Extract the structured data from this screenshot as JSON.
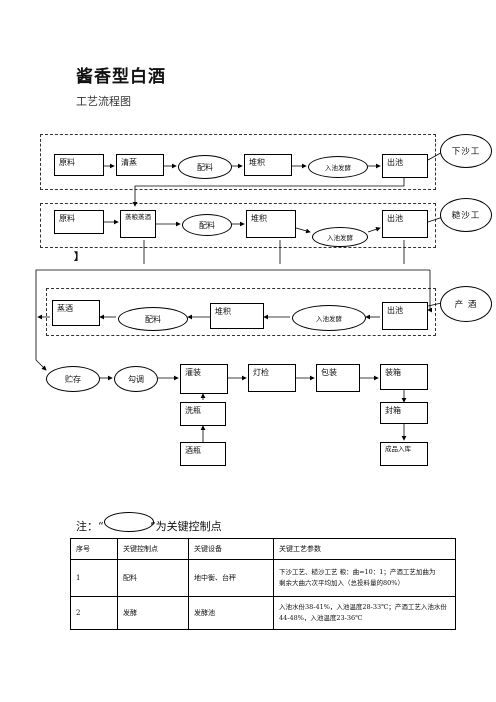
{
  "title": "酱香型白酒",
  "subtitle": "工艺流程图",
  "callouts": {
    "xiasha": "下沙工",
    "zaosha": "糙沙工",
    "chanjiu": "产 酒"
  },
  "row1": {
    "yuanliao": "原料",
    "qingzheng": "清蒸",
    "peiliao": "配料",
    "duiji": "堆积",
    "ruchi": "入池发酵",
    "chuchi": "出池"
  },
  "row2": {
    "yuanliao": "原料",
    "zhengliang": "蒸粮蒸酒",
    "peiliao": "配料",
    "duiji": "堆积",
    "ruchi": "入池发酵",
    "chuchi": "出池",
    "mark": "】"
  },
  "row3": {
    "zhengjiu": "蒸酒",
    "peiliao": "配料",
    "duiji": "堆积",
    "ruchi": "入池发酵",
    "chuchi": "出池"
  },
  "row4": {
    "zhucun": "贮存",
    "goutiao": "勾调",
    "guanzhuang": "灌装",
    "dengjian": "灯检",
    "baozhuang": "包装",
    "zhuangxiang": "装箱",
    "xiping": "洗瓶",
    "jiuping": "酒瓶",
    "fengxiang": "封箱",
    "chengpin": "成品入库"
  },
  "note": {
    "prefix": "注：“",
    "suffix": "”为关键控制点"
  },
  "table": {
    "headers": [
      "序号",
      "关键控制点",
      "关键设备",
      "关键工艺参数"
    ],
    "rows": [
      {
        "no": "1",
        "point": "配料",
        "equipment": "地中衡、台秤",
        "params_line1": "下沙工艺、糙沙工艺 粮：曲=10：1；产酒工艺加曲为",
        "params_line2": "剩余大曲六次平均加入（总投料量的80%）"
      },
      {
        "no": "2",
        "point": "发酵",
        "equipment": "发酵池",
        "params_line1": "入池水份38-41%，入池温度28-33℃；产酒工艺入池水份",
        "params_line2": "44-48%，入池温度23-36℃"
      }
    ]
  }
}
